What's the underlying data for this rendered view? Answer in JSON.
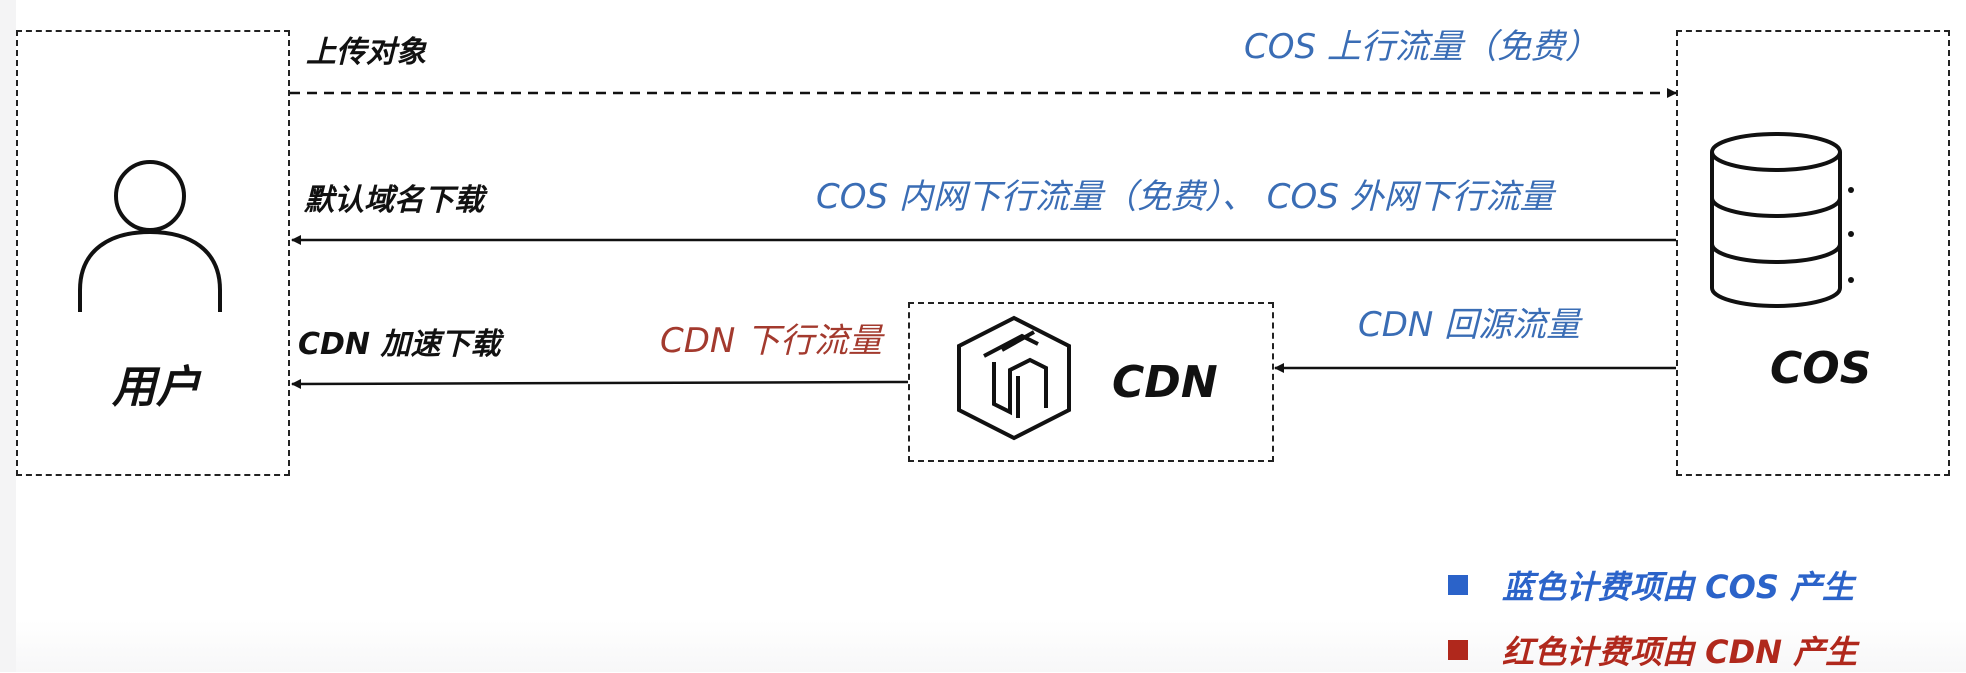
{
  "nodes": {
    "user": {
      "label": "用户"
    },
    "cos": {
      "label": "COS"
    },
    "cdn": {
      "label": "CDN"
    }
  },
  "flows": {
    "upload": {
      "label": "上传对象",
      "billing": "COS 上行流量（免费）"
    },
    "default_download": {
      "label": "默认域名下载",
      "billing": "COS 内网下行流量（免费）、 COS 外网下行流量"
    },
    "cdn_download": {
      "label": "CDN 加速下载",
      "billing": "CDN 下行流量"
    },
    "cdn_origin": {
      "billing": "CDN 回源流量"
    }
  },
  "legend": {
    "blue": {
      "text": "蓝色计费项由 COS 产生",
      "color": "#2b63c9"
    },
    "red": {
      "text": "红色计费项由 CDN 产生",
      "color": "#b0281c"
    }
  },
  "colors": {
    "cos_billing": "#3a6db5",
    "cdn_billing": "#a33a2e",
    "line": "#111111"
  }
}
